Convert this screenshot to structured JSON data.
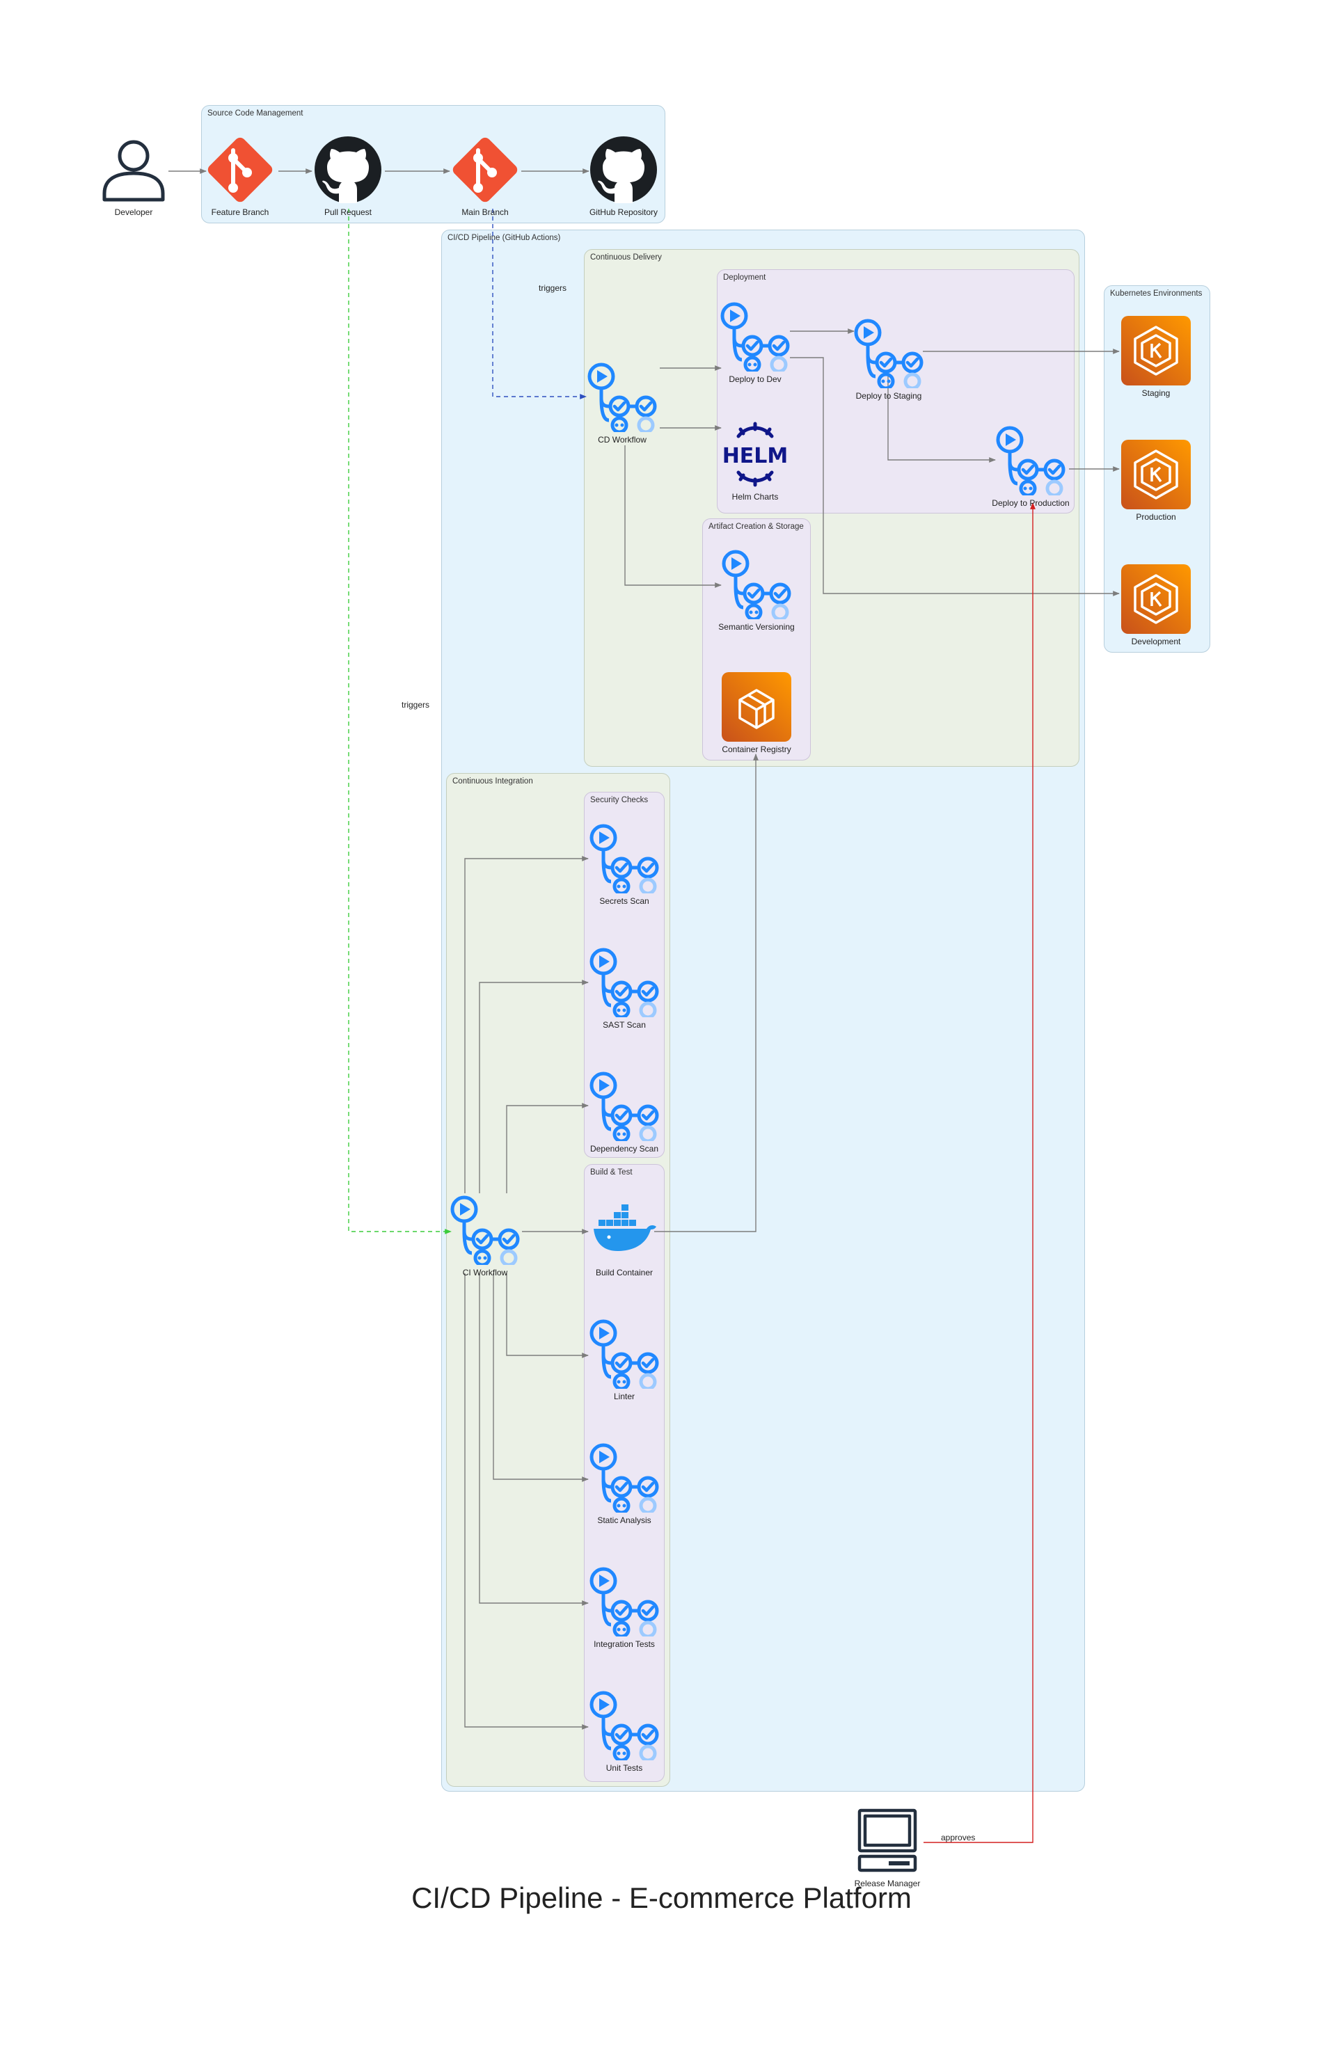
{
  "title": "CI/CD Pipeline - E-commerce Platform",
  "clusters": {
    "scm": "Source Code Management",
    "cicd": "CI/CD Pipeline (GitHub Actions)",
    "cd": "Continuous Delivery",
    "deployment": "Deployment",
    "artifact": "Artifact Creation & Storage",
    "ci": "Continuous Integration",
    "security": "Security Checks",
    "build": "Build & Test",
    "k8s": "Kubernetes Environments"
  },
  "nodes": {
    "developer": "Developer",
    "feature_branch": "Feature Branch",
    "pull_request": "Pull Request",
    "main_branch": "Main Branch",
    "github_repo": "GitHub Repository",
    "cd_workflow": "CD Workflow",
    "deploy_dev": "Deploy to Dev",
    "deploy_staging": "Deploy to Staging",
    "deploy_prod": "Deploy to Production",
    "helm": "Helm Charts",
    "semver": "Semantic Versioning",
    "container_registry": "Container Registry",
    "k8s_staging": "Staging",
    "k8s_production": "Production",
    "k8s_development": "Development",
    "secrets_scan": "Secrets Scan",
    "sast_scan": "SAST Scan",
    "dependency_scan": "Dependency Scan",
    "ci_workflow": "CI Workflow",
    "build_container": "Build Container",
    "linter": "Linter",
    "static_analysis": "Static Analysis",
    "integration_tests": "Integration Tests",
    "unit_tests": "Unit Tests",
    "release_manager": "Release Manager"
  },
  "edge_labels": {
    "triggers_cd": "triggers",
    "triggers_ci": "triggers",
    "approves": "approves"
  },
  "helm_wordmark": "HELM",
  "icons": {
    "developer": "user-icon",
    "git": "git-icon",
    "github": "github-icon",
    "actions": "github-actions-icon",
    "helm": "helm-icon",
    "ecr": "container-registry-icon",
    "eks": "eks-icon",
    "docker": "docker-icon",
    "release_manager": "computer-icon"
  },
  "colors": {
    "git": "#f05133",
    "actions": "#2088ff",
    "aws_orange": "#e8730c",
    "helm": "#0f1689",
    "docker": "#2496ed",
    "edge": "#7d7d7d",
    "triggers_cd": "#2e4fbf",
    "triggers_ci": "#3ccc3c",
    "approves": "#d42020"
  }
}
